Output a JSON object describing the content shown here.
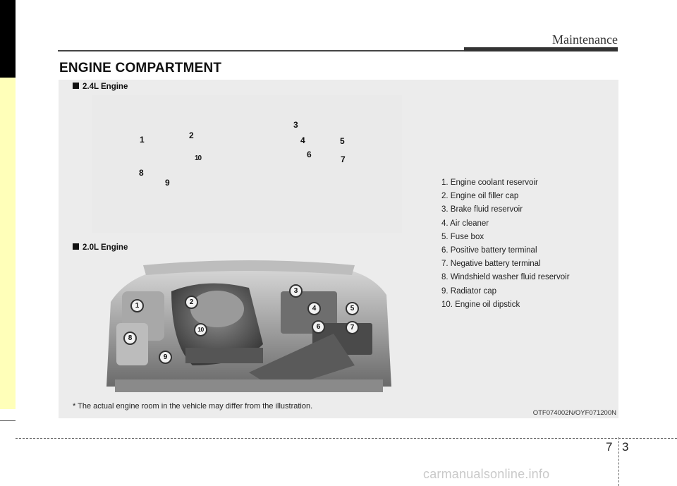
{
  "header": {
    "section": "Maintenance"
  },
  "page": {
    "title": "ENGINE COMPARTMENT",
    "number_left": "7",
    "number_right": "3"
  },
  "engines": [
    {
      "label": "2.4L Engine"
    },
    {
      "label": "2.0L Engine"
    }
  ],
  "callouts": [
    "1",
    "2",
    "3",
    "4",
    "5",
    "6",
    "7",
    "8",
    "9",
    "10"
  ],
  "legend": [
    "1. Engine coolant reservoir",
    "2. Engine oil filler cap",
    "3. Brake fluid reservoir",
    "4. Air cleaner",
    "5. Fuse box",
    "6. Positive battery terminal",
    "7. Negative battery terminal",
    "8. Windshield washer fluid reservoir",
    "9. Radiator cap",
    "10. Engine oil dipstick"
  ],
  "footnote": "* The actual engine room in the vehicle may differ from the illustration.",
  "ref_code": "OTF074002N/OYF071200N",
  "watermark": "carmanualsonline.info",
  "colors": {
    "side_tab": "#ffffb9",
    "panel": "#ececec"
  }
}
